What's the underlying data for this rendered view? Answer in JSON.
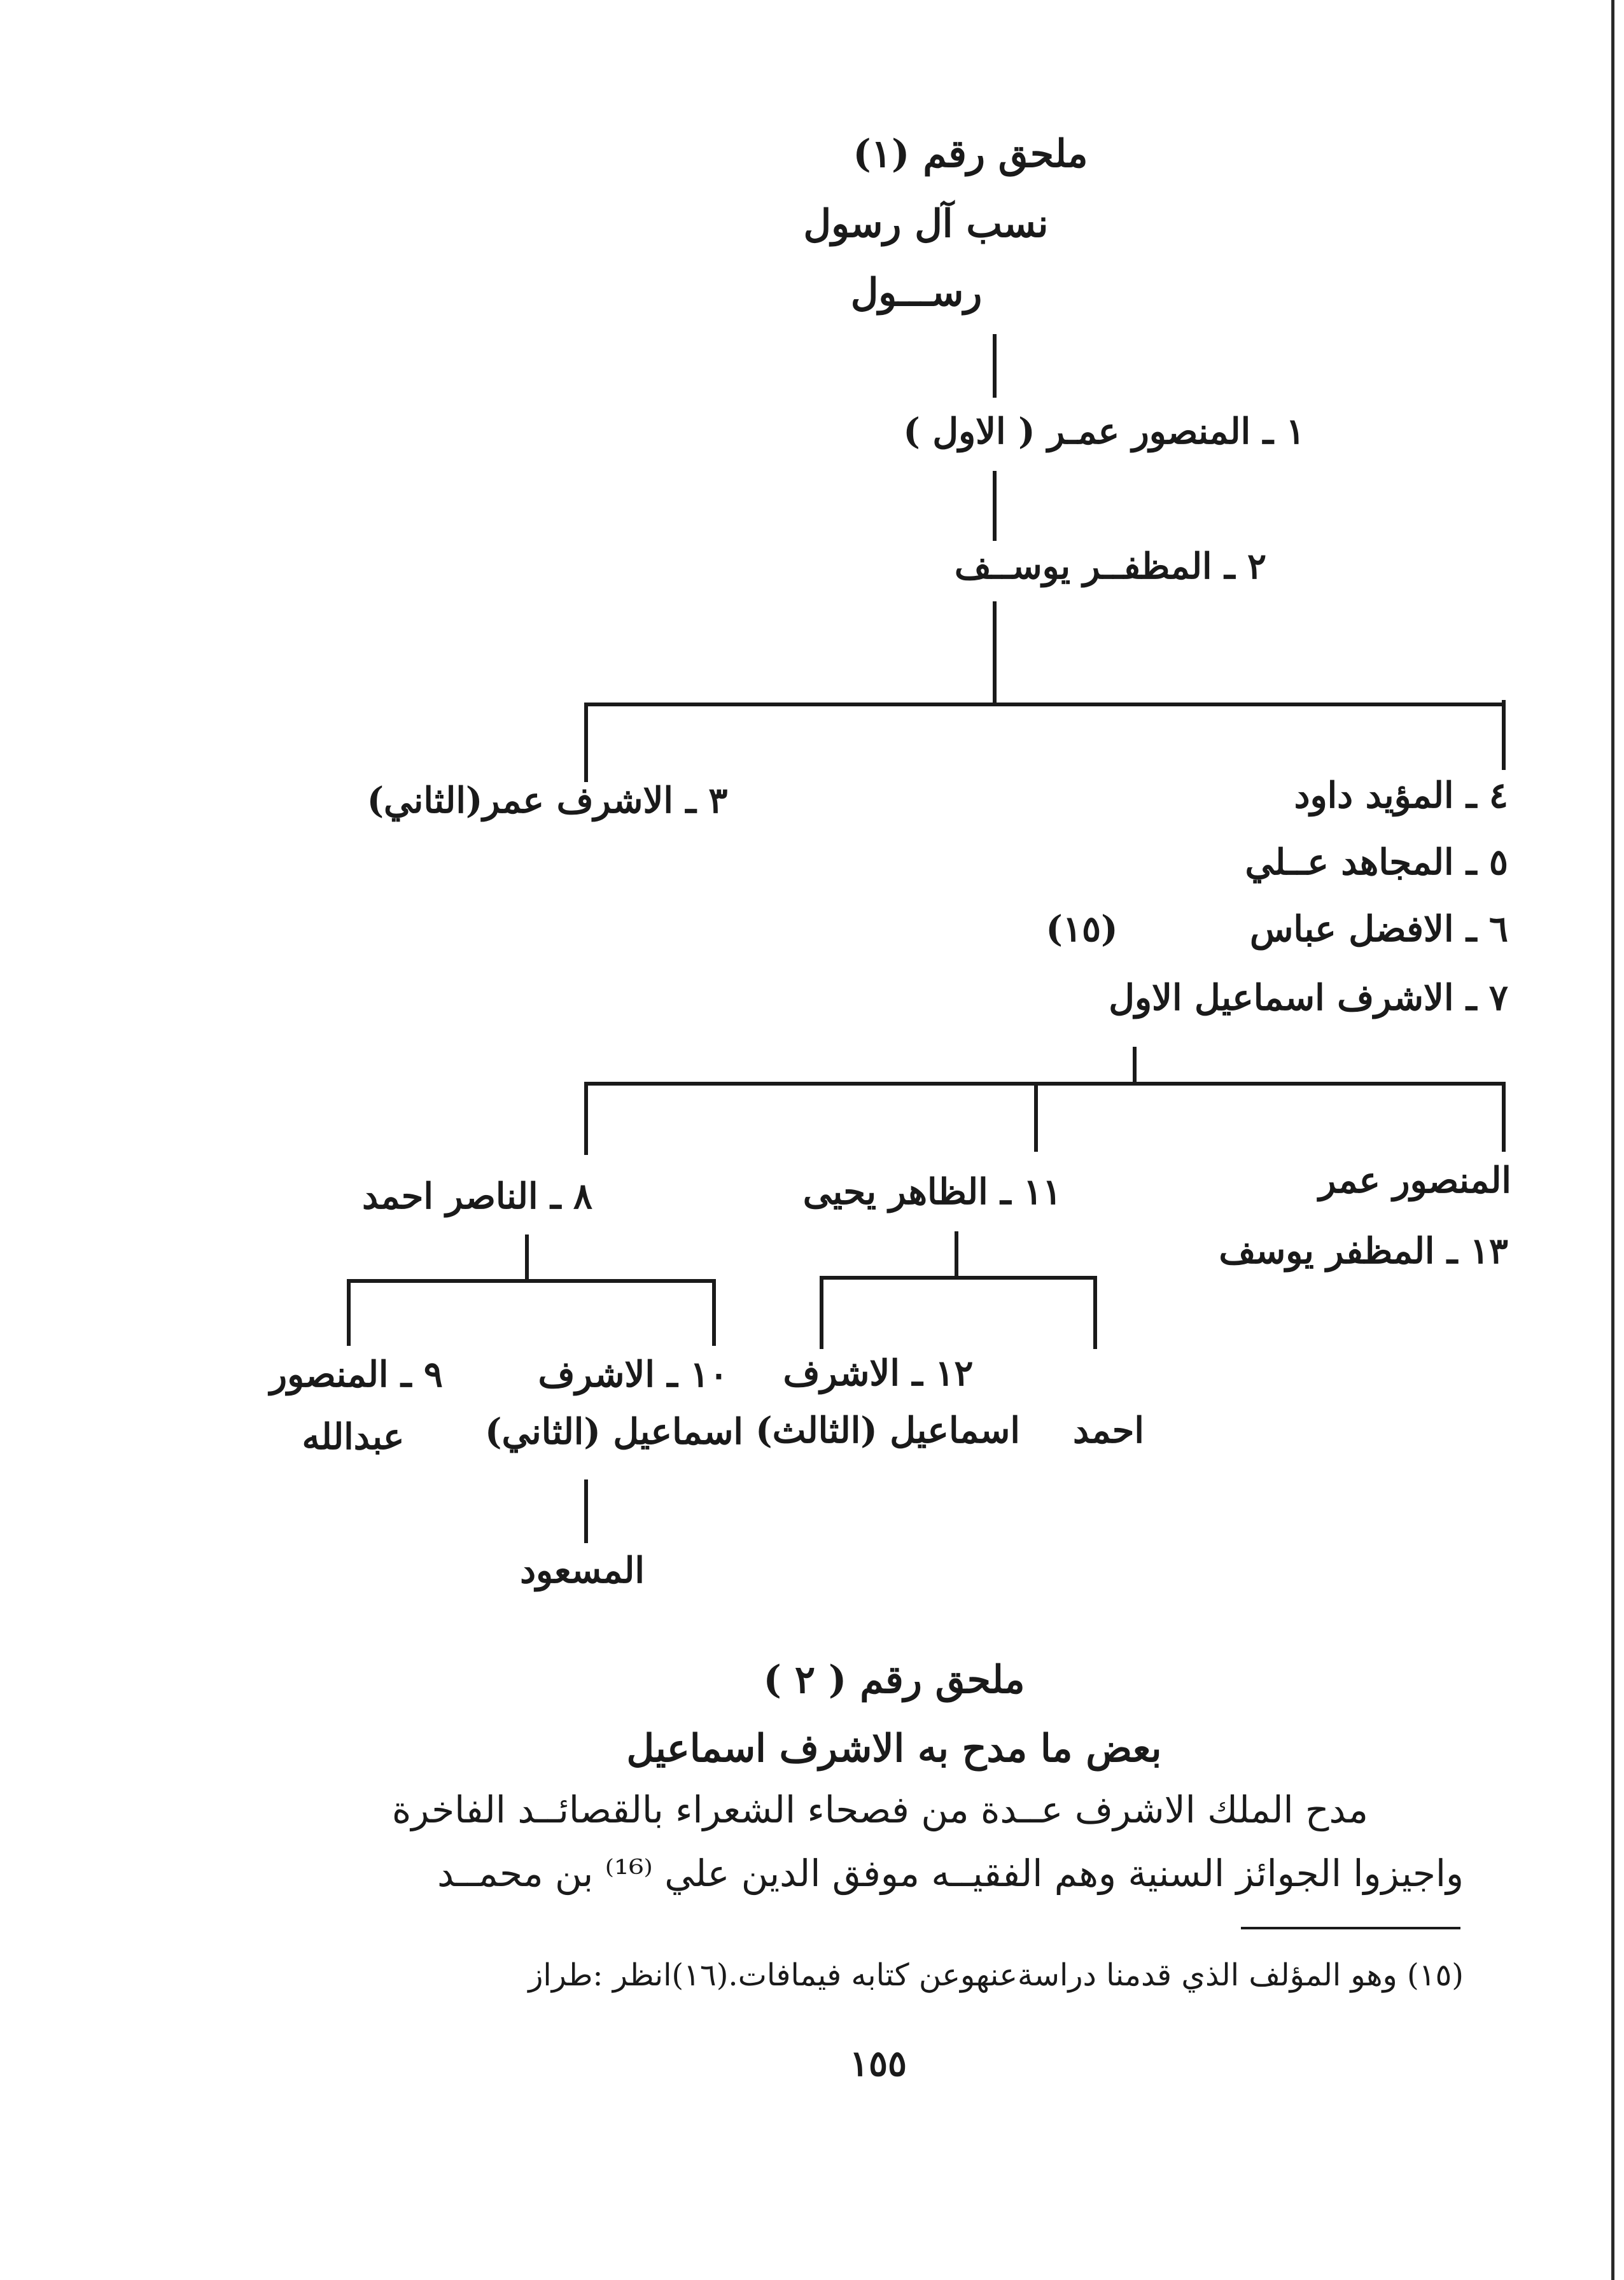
{
  "appendix1": {
    "title": "ملحق رقم (١)",
    "subtitle": "نسب آل رسول",
    "root": "رســـول"
  },
  "tree": {
    "n1": "١ ـ المنصور عمـر ( الاول )",
    "n2": "٢ ـ المظفــر يوســف",
    "n3": "٣ ـ الاشرف عمر(الثاني)",
    "n4": "٤ ـ المؤيد داود",
    "n5": "٥ ـ المجاهد عــلي",
    "n6": "٦ ـ الافضل عباس",
    "n6_note": "(١٥)",
    "n7": "٧ ـ الاشرف اسماعيل الاول",
    "mansur_umar": "المنصور عمر",
    "n13": "١٣ ـ المظفر يوسف",
    "n11": "١١ ـ الظاهر يحيى",
    "n8": "٨ ـ الناصر احمد",
    "n12_a": "١٢ ـ الاشرف",
    "n12_b": "اسماعيل (الثالث)",
    "ahmad": "احمد",
    "n10_a": "١٠ ـ الاشرف",
    "n10_b": "اسماعيل (الثاني)",
    "n9_a": "٩ ـ المنصور",
    "n9_b": "عبدالله",
    "masud": "المسعود"
  },
  "appendix2": {
    "title": "ملحق رقم ( ٢ )",
    "subtitle": "بعض ما مدح به الاشرف اسماعيل",
    "line1": "مدح الملك الاشرف عــدة من فصحاء الشعراء بالقصائــد الفاخرة",
    "line2": "واجيزوا الجوائز السنية وهم الفقيــه موفق الدين علي ⁽¹⁶⁾ بن محمــد"
  },
  "footnote": "(١٥) وهو المؤلف الذي قدمنا دراسةعنهوعن كتابه فيمافات.(١٦)انظر :طراز",
  "page_number": "١٥٥"
}
